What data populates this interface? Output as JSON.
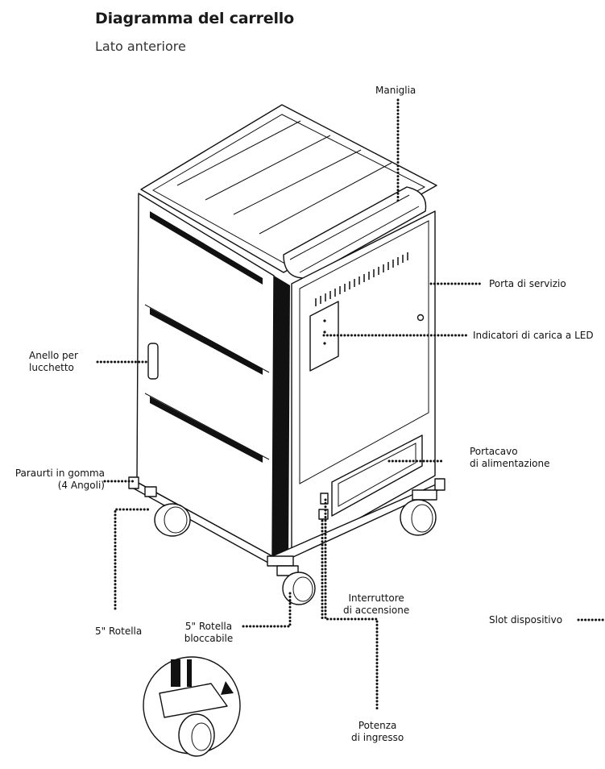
{
  "header": {
    "title": "Diagramma del carrello",
    "subtitle": "Lato anteriore"
  },
  "callouts": {
    "handle": "Maniglia",
    "service_door": "Porta di servizio",
    "led_indicators": "Indicatori di carica a LED",
    "padlock_ring_1": "Anello per",
    "padlock_ring_2": "lucchetto",
    "cable_holder_1": "Portacavo",
    "cable_holder_2": "di alimentazione",
    "bumpers_1": "Paraurti in gomma",
    "bumpers_2": "(4 Angoli)",
    "caster": "5\" Rotella",
    "locking_caster_1": "5\" Rotella",
    "locking_caster_2": "bloccabile",
    "power_switch_1": "Interruttore",
    "power_switch_2": "di accensione",
    "device_slot": "Slot dispositivo",
    "power_input_1": "Potenza",
    "power_input_2": "di ingresso"
  }
}
